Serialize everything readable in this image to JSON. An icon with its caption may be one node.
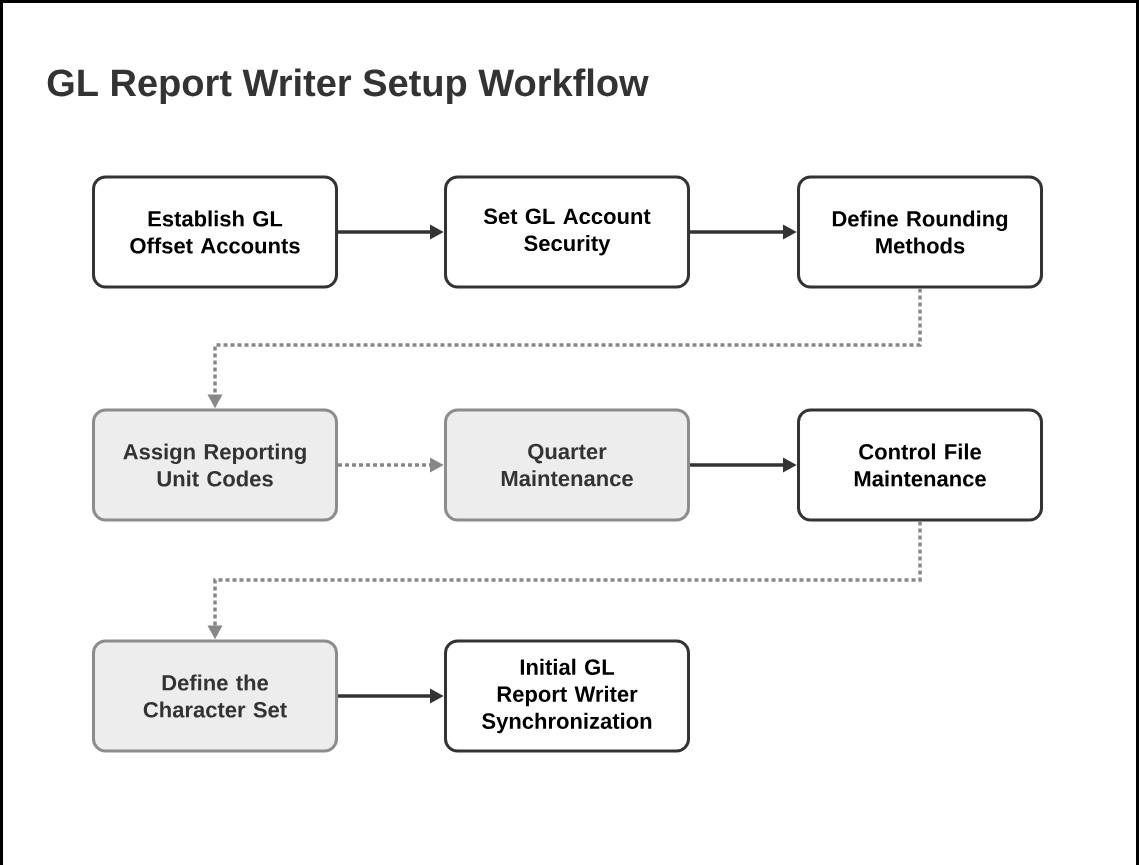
{
  "diagram": {
    "title": "GL Report Writer Setup Workflow",
    "nodes": [
      {
        "text": [
          "Establish GL Offset Accounts"
        ]
      },
      {
        "text": [
          "Set GL Account Security"
        ]
      },
      {
        "text": [
          "Define Rounding Methods"
        ]
      },
      {
        "text": [
          "Assign Reporting Unit Codes"
        ]
      },
      {
        "text": [
          "Quarter Maintenance"
        ]
      },
      {
        "text": [
          "Control File Maintenance"
        ]
      },
      {
        "text": [
          "Define the Character Set"
        ]
      },
      {
        "text": [
          "Initial GL Report Writer Synchronization"
        ]
      }
    ],
    "edges": [
      {
        "from": 0,
        "to": 1,
        "arrow": "to"
      },
      {
        "from": 1,
        "to": 2,
        "arrow": "to"
      },
      {
        "from": 2,
        "to": 3,
        "arrow": "to",
        "style": "dashed",
        "color": "#888888"
      },
      {
        "from": 3,
        "to": 4,
        "arrow": "to",
        "style": "dashed",
        "color": "#888888"
      },
      {
        "from": 4,
        "to": 5,
        "arrow": "to"
      },
      {
        "from": 5,
        "to": 6,
        "arrow": "to",
        "style": "dashed",
        "color": "#888888"
      },
      {
        "from": 6,
        "to": 7,
        "arrow": "to"
      }
    ]
  }
}
